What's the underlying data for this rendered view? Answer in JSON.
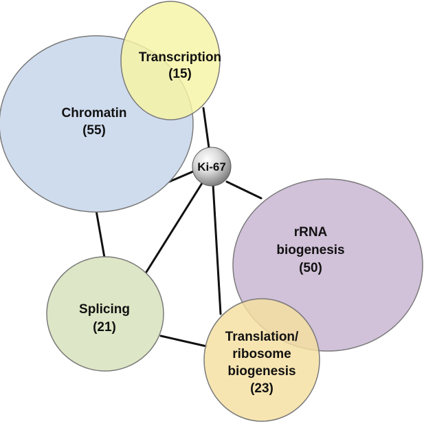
{
  "hub": {
    "label": "Ki-67"
  },
  "nodes": {
    "chromatin": {
      "name": "Chromatin",
      "count": "(55)",
      "color": "#cfdcee"
    },
    "transcription": {
      "name": "Transcription",
      "count": "(15)",
      "color": "#f6f4a4"
    },
    "rrna": {
      "name_line1": "rRNA",
      "name_line2": "biogenesis",
      "count": "(50)",
      "color": "#d1c1d9"
    },
    "splicing": {
      "name": "Splicing",
      "count": "(21)",
      "color": "#dde6c6"
    },
    "translation": {
      "name_line1": "Translation/",
      "name_line2": "ribosome",
      "name_line3": "biogenesis",
      "count": "(23)",
      "color": "#f5dfa0"
    }
  }
}
